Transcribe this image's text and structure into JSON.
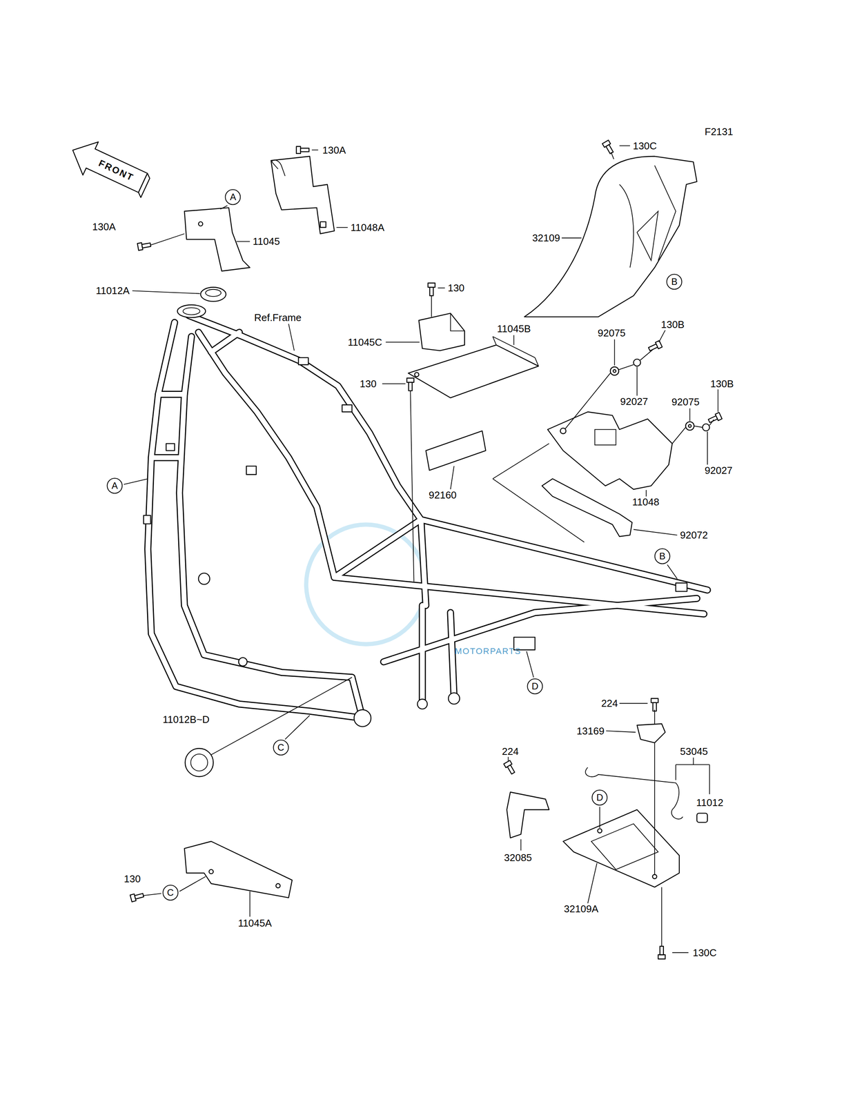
{
  "diagram": {
    "nodes": [
      {
        "text": [
          "A"
        ]
      },
      {
        "text": [
          "B"
        ]
      },
      {
        "text": [
          "A"
        ]
      },
      {
        "text": [
          "B"
        ]
      },
      {
        "text": [
          "D"
        ]
      },
      {
        "text": [
          "C"
        ]
      },
      {
        "text": [
          "D"
        ]
      },
      {
        "text": [
          "C"
        ]
      }
    ],
    "labels": [
      "F2131",
      "FRONT",
      "130A",
      "130A",
      "11048A",
      "11045",
      "11012A",
      "Ref.Frame",
      "130",
      "11045C",
      "11045B",
      "130",
      "92160",
      "130C",
      "32109",
      "130B",
      "92075",
      "92027",
      "92075",
      "130B",
      "92027",
      "11048",
      "92072",
      "11012B~D",
      "224",
      "13169",
      "53045",
      "11012",
      "224",
      "32085",
      "32109A",
      "130C",
      "130",
      "11045A",
      "MOTORPARTS"
    ]
  }
}
